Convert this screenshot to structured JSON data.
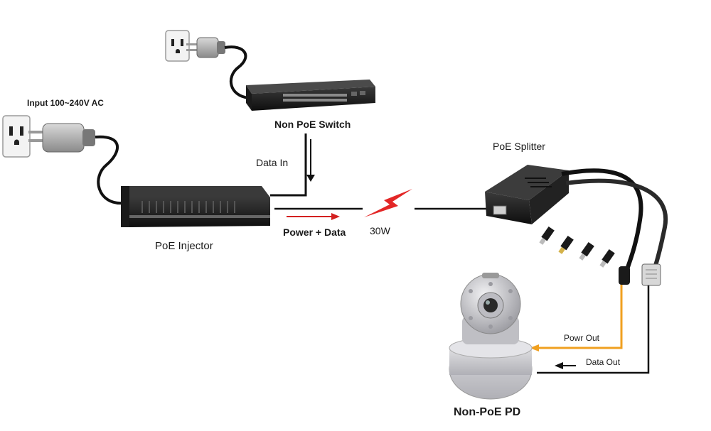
{
  "labels": {
    "input_ac": "Input 100~240V AC",
    "non_poe_switch": "Non PoE Switch",
    "data_in": "Data In",
    "poe_injector": "PoE Injector",
    "power_data": "Power + Data",
    "power_watts": "30W",
    "poe_splitter": "PoE Splitter",
    "powr_out": "Powr Out",
    "data_out": "Data Out",
    "non_poe_pd": "Non-PoE PD"
  },
  "colors": {
    "cable": "#111111",
    "power_arrow": "#d32020",
    "lightning": "#e32727",
    "power_out_line": "#f0a020",
    "device_body": "#1e1e1e",
    "camera_silver": "#c8c8cc"
  },
  "icons": [
    "wall-outlet-icon",
    "power-plug-icon",
    "lightning-icon",
    "rj45-port-icon"
  ]
}
